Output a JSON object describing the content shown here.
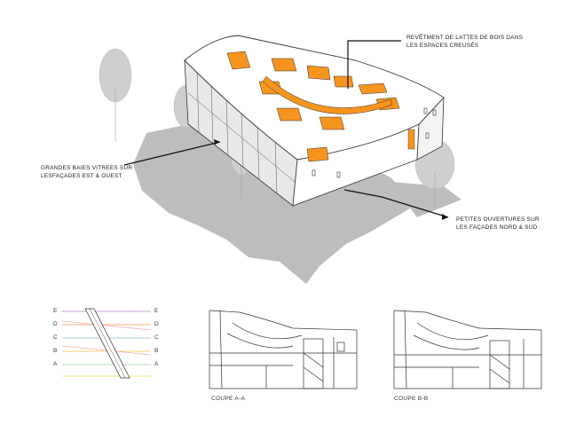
{
  "annotations": {
    "top_line1": "REVÊTMENT DE LATTES DE BOIS DANS",
    "top_line2": "LES ESPACES CREUSÉS",
    "left_line1": "GRANDES BAIES VITREES SUR",
    "left_line2": "LESFAÇADES EST & OUEST",
    "right_line1": "PETITES OUVERTURES SUR",
    "right_line2": "LES FAÇADES NORD & SUD"
  },
  "levels": [
    "E",
    "D",
    "C",
    "B",
    "A"
  ],
  "captions": {
    "section_a": "COUPE A-A",
    "section_b": "COUPE B-B"
  },
  "colors": {
    "accent": "#f7941d",
    "ground": "#bdbdbd",
    "tree": "#cfcfcf",
    "line": "#333333"
  }
}
